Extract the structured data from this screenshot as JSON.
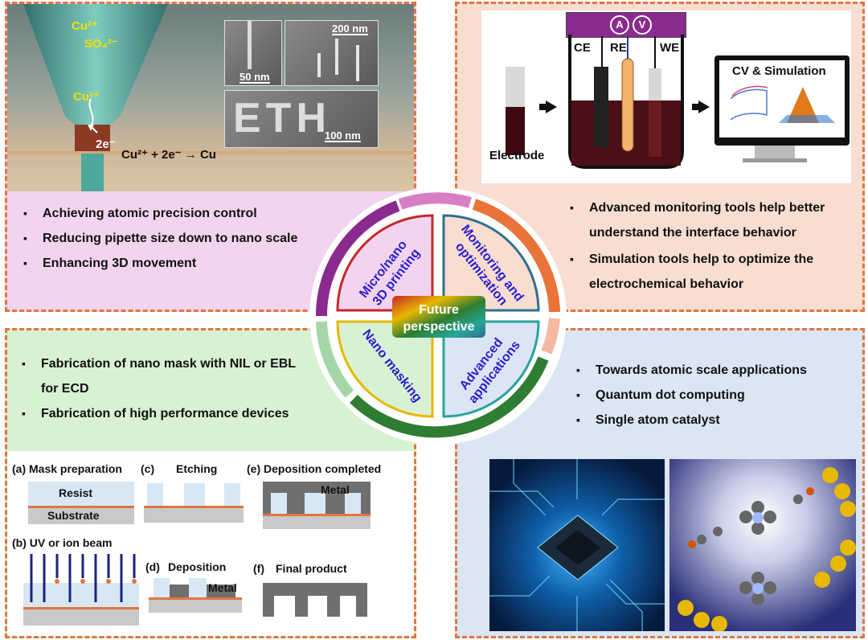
{
  "center": {
    "label_line1": "Future",
    "label_line2": "perspective"
  },
  "ring": {
    "printing": [
      "Micro/nano",
      "3D printing"
    ],
    "monitoring": [
      "Monitoring and",
      "optimization"
    ],
    "masking": [
      "Nano masking"
    ],
    "applications": [
      "Advanced",
      "applications"
    ]
  },
  "top_left": {
    "bullets": [
      "Achieving atomic precision control",
      "Reducing pipette size down to nano scale",
      "Enhancing 3D movement"
    ],
    "ion_cu": "Cu²⁺",
    "ion_so4": "SO₄²⁻",
    "ion_cu2": "Cu²⁺",
    "electrons": "2e⁻",
    "reaction": "Cu²⁺ + 2e⁻ → Cu",
    "scale_50": "50 nm",
    "scale_200": "200 nm",
    "scale_100": "100 nm",
    "sem_letters": "ETH"
  },
  "top_right": {
    "bullets": [
      "Advanced monitoring tools help better understand the interface behavior",
      "Simulation tools help to optimize the electrochemical behavior"
    ],
    "meter_a": "A",
    "meter_v": "V",
    "ce": "CE",
    "re": "RE",
    "we": "WE",
    "electrode": "Electrode",
    "cv_sim": "CV & Simulation"
  },
  "bottom_left": {
    "bullets": [
      "Fabrication of nano mask with NIL or EBL for ECD",
      "Fabrication of high performance devices"
    ],
    "a": "(a) Mask preparation",
    "b": "(b) UV or ion beam",
    "c_letter": "(c)",
    "c": "Etching",
    "d_letter": "(d)",
    "d": "Deposition",
    "e": "(e) Deposition completed",
    "f_letter": "(f)",
    "f": "Final product",
    "resist": "Resist",
    "substrate": "Substrate",
    "metal_e": "Metal",
    "metal_d": "Metal"
  },
  "bottom_right": {
    "bullets": [
      "Towards atomic scale applications",
      "Quantum dot computing",
      "Single atom catalyst"
    ]
  },
  "colors": {
    "quad_border": "#e0763f",
    "pink": "#f2d4ef",
    "peach": "#f8ddd1",
    "green": "#d9f1d3",
    "blue": "#dbe5f4",
    "ring_purple": "#8b2a8e",
    "ring_orange": "#e8743a",
    "ring_green": "#2e7d32",
    "ring_light_green": "#a5d6a7",
    "quad_red": "#c62828",
    "quad_blue": "#2f6f8f",
    "quad_yellow": "#e6b800",
    "quad_teal": "#26a69a",
    "ring_text": "#2a1fd0"
  }
}
